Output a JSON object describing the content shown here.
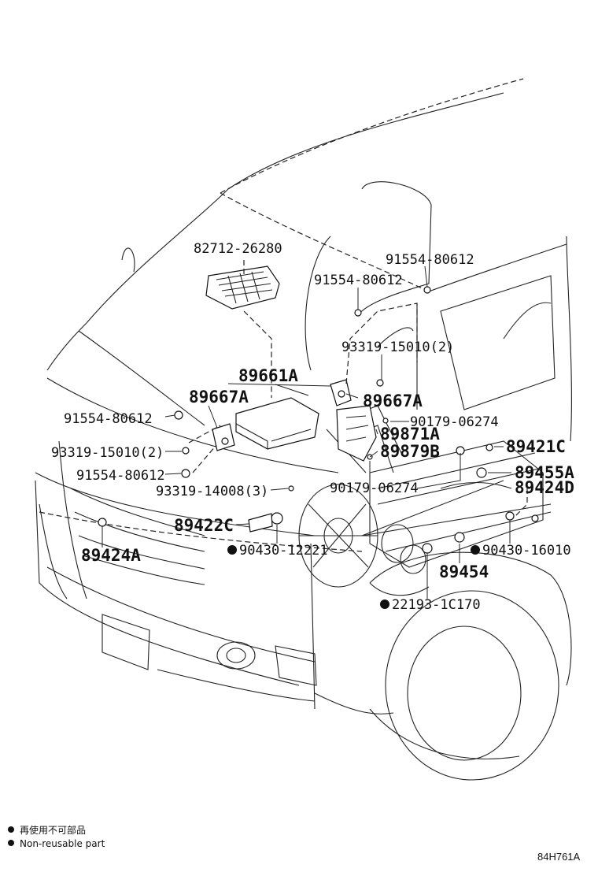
{
  "callouts": {
    "p82712": "82712-26280",
    "p91554_top_right": "91554-80612",
    "p91554_mid": "91554-80612",
    "p93319_15010_right": "93319-15010(2)",
    "p89661A": "89661A",
    "p89667A_left": "89667A",
    "p89667A_right": "89667A",
    "p91554_left": "91554-80612",
    "p90179_upper": "90179-06274",
    "p89871A": "89871A",
    "p93319_15010_left": "93319-15010(2)",
    "p89879B": "89879B",
    "p89421C": "89421C",
    "p91554_lower_left": "91554-80612",
    "p89455A": "89455A",
    "p93319_14008": "93319-14008(3)",
    "p90179_lower": "90179-06274",
    "p89424D": "89424D",
    "p89422C": "89422C",
    "p90430_12221": "90430-12221",
    "p90430_16010": "90430-16010",
    "p89424A": "89424A",
    "p89454": "89454",
    "p22193": "22193-1C170"
  },
  "legend": {
    "line1": "再使用不可部品",
    "line2": "Non-reusable part"
  },
  "diagram_code": "84H761A"
}
